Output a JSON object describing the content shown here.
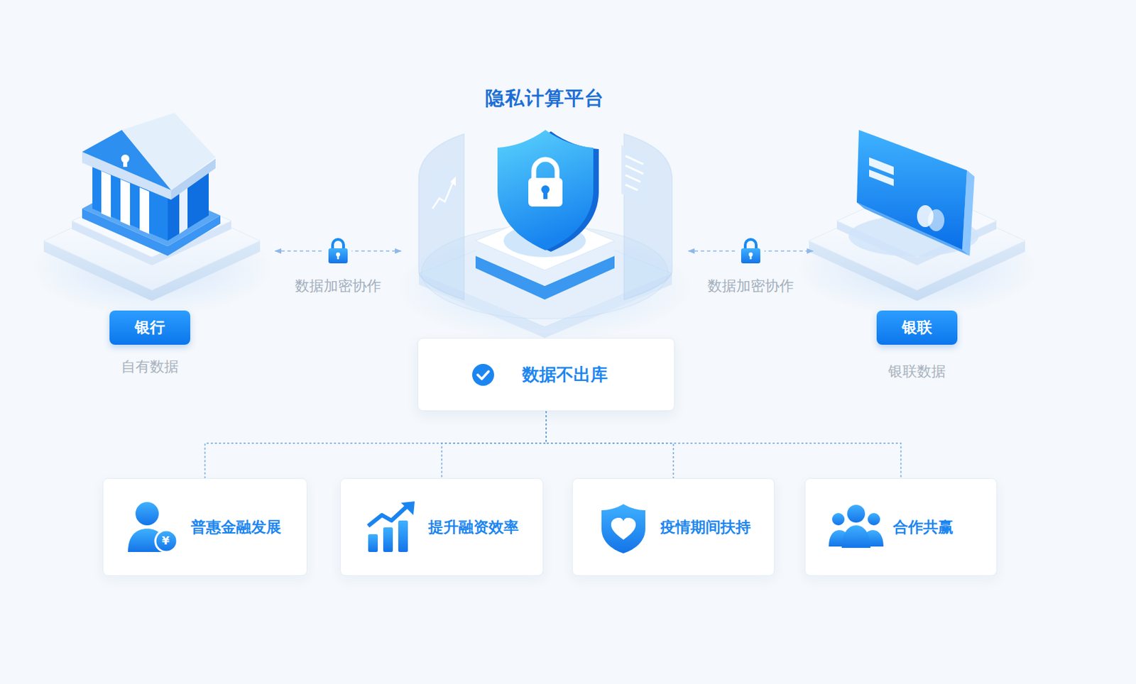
{
  "diagram": {
    "nodes": [
      {
        "text": [
          "银行",
          "自有数据"
        ]
      },
      {
        "text": [
          "隐私计算平台"
        ]
      },
      {
        "text": [
          "银联",
          "银联数据"
        ]
      },
      {
        "text": [
          "数据不出库"
        ]
      },
      {
        "text": [
          "普惠金融发展"
        ]
      },
      {
        "text": [
          "提升融资效率"
        ]
      },
      {
        "text": [
          "疫情期间扶持"
        ]
      },
      {
        "text": [
          "合作共赢"
        ]
      }
    ],
    "edges": [
      {
        "from": 0,
        "to": 1,
        "label": "数据加密协作",
        "arrow": "both"
      },
      {
        "from": 1,
        "to": 2,
        "label": "数据加密协作",
        "arrow": "both"
      },
      {
        "from": 3,
        "to": 4,
        "arrow": "none"
      },
      {
        "from": 3,
        "to": 5,
        "arrow": "none"
      },
      {
        "from": 3,
        "to": 6,
        "arrow": "none"
      },
      {
        "from": 3,
        "to": 7,
        "arrow": "none"
      }
    ],
    "labels": [
      "¥"
    ]
  }
}
